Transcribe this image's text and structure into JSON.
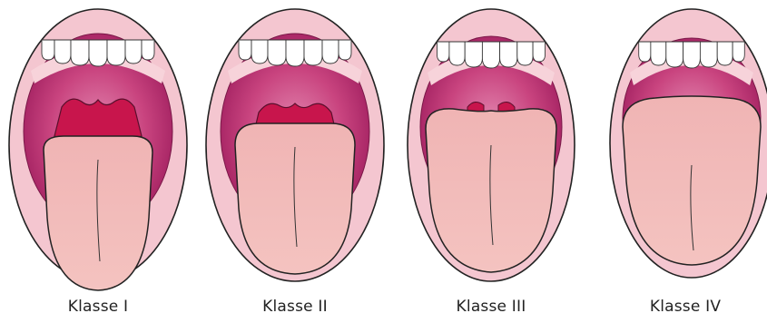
{
  "colors": {
    "lip": "#f4c6d0",
    "outline": "#222222",
    "cavity_edge": "#9c1b5c",
    "cavity_center": "#e389b1",
    "uvula": "#c8154c",
    "tongue": "#efaeae",
    "teeth": "#ffffff"
  },
  "panels": [
    {
      "label": "Klasse I"
    },
    {
      "label": "Klasse II"
    },
    {
      "label": "Klasse III"
    },
    {
      "label": "Klasse IV"
    }
  ]
}
